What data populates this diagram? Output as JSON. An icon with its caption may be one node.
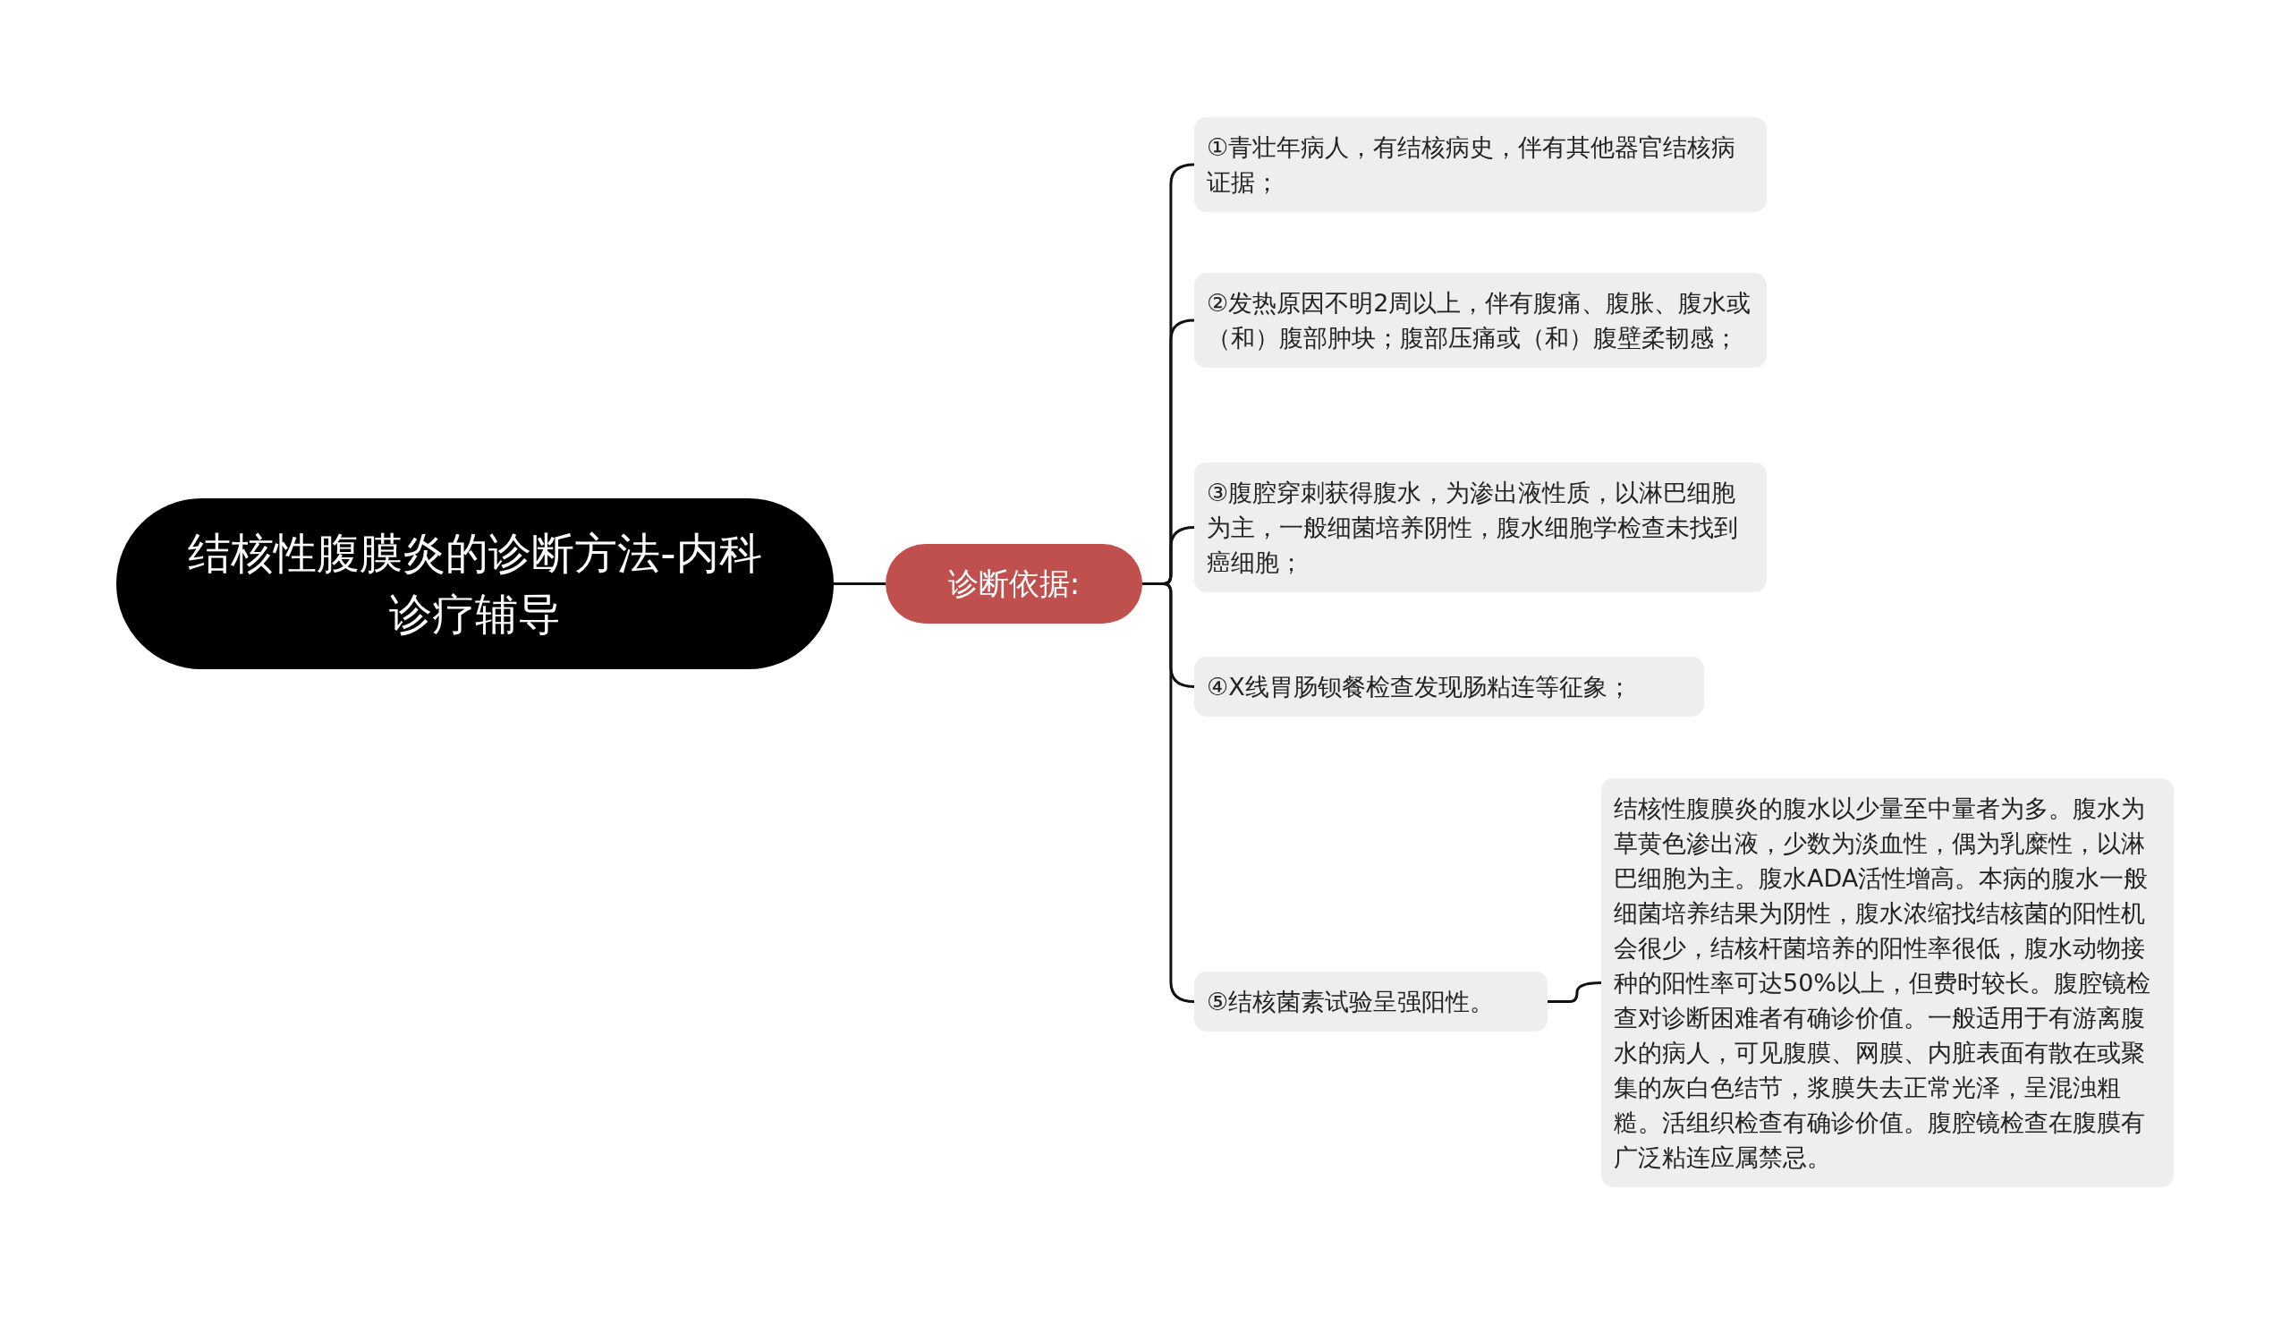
{
  "diagram": {
    "nodes": [
      {
        "text": [
          "结核性腹膜炎的诊断方法-内科诊疗辅导"
        ]
      },
      {
        "text": [
          "诊断依据:"
        ]
      },
      {
        "text": [
          "①青壮年病人，有结核病史，伴有其他器官结核病证据；"
        ]
      },
      {
        "text": [
          "②发热原因不明2周以上，伴有腹痛、腹胀、腹水或（和）腹部肿块；腹部压痛或（和）腹壁柔韧感；"
        ]
      },
      {
        "text": [
          "③腹腔穿刺获得腹水，为渗出液性质，以淋巴细胞为主，一般细菌培养阴性，腹水细胞学检查未找到癌细胞；"
        ]
      },
      {
        "text": [
          "④X线胃肠钡餐检查发现肠粘连等征象；"
        ]
      },
      {
        "text": [
          "⑤结核菌素试验呈强阳性。"
        ]
      },
      {
        "text": [
          "结核性腹膜炎的腹水以少量至中量者为多。腹水为草黄色渗出液，少数为淡血性，偶为乳糜性，以淋巴细胞为主。腹水ADA活性增高。本病的腹水一般细菌培养结果为阴性，腹水浓缩找结核菌的阳性机会很少，结核杆菌培养的阳性率很低，腹水动物接种的阳性率可达50%以上，但费时较长。腹腔镜检查对诊断困难者有确诊价值。一般适用于有游离腹水的病人，可见腹膜、网膜、内脏表面有散在或聚集的灰白色结节，浆膜失去正常光泽，呈混浊粗糙。活组织检查有确诊价值。腹腔镜检查在腹膜有广泛粘连应属禁忌。"
        ]
      }
    ],
    "edges": [
      {
        "from": 0,
        "to": 1,
        "arrow": "none"
      },
      {
        "from": 1,
        "to": 2,
        "arrow": "none"
      },
      {
        "from": 1,
        "to": 3,
        "arrow": "none"
      },
      {
        "from": 1,
        "to": 4,
        "arrow": "none"
      },
      {
        "from": 1,
        "to": 5,
        "arrow": "none"
      },
      {
        "from": 1,
        "to": 6,
        "arrow": "none"
      },
      {
        "from": 6,
        "to": 7,
        "arrow": "none"
      }
    ]
  }
}
